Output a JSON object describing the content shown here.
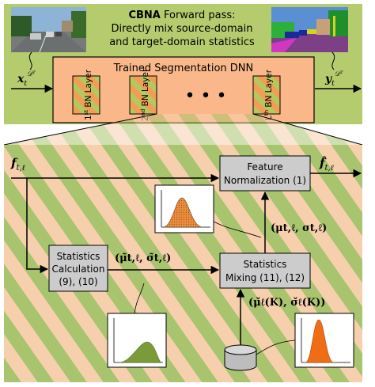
{
  "colors": {
    "top_background": "#b5cc6e",
    "stripe_green": "#a9c46e",
    "stripe_peach": "#f6cfad",
    "dnn_fill": "#fab88a",
    "bn_fill": "#f59b55",
    "bn_stripe": "#b3c85e",
    "box_fill": "#cccccc",
    "chart_orange": "#f06c15",
    "chart_olive": "#7b9a3a",
    "chart_hatched": "#e07a2d"
  },
  "header": {
    "title_bold": "CBNA",
    "title_rest": " Forward pass:",
    "line2": "Directly mix source-domain",
    "line3": "and target-domain statistics"
  },
  "images": {
    "street_photo": "street-scene-photo",
    "segmentation_map": "segmentation-map"
  },
  "dnn": {
    "title": "Trained Segmentation DNN",
    "input_label": "x",
    "input_sub": "t",
    "input_sup": "𝒟ᵀ",
    "output_label": "y",
    "output_sub": "t",
    "output_sup": "𝒟ᵀ",
    "ellipsis": "• • •",
    "bn_layers": [
      {
        "sup": "st",
        "prefix": "1",
        "text": "BN Layer"
      },
      {
        "sup": "nd",
        "prefix": "2",
        "text": "BN Layer"
      },
      {
        "sup": "th",
        "prefix": "L",
        "text": "BN Layer"
      }
    ]
  },
  "flow": {
    "input_label": "f",
    "input_sub": "t,ℓ",
    "output_label": "f̂",
    "output_sub": "t,ℓ",
    "feature_norm": {
      "line1": "Feature",
      "line2": "Normalization (1)"
    },
    "stats_calc": {
      "line1": "Statistics",
      "line2": "Calculation",
      "line3": "(9), (10)"
    },
    "stats_mix": {
      "line1": "Statistics",
      "line2": "Mixing (11), (12)"
    },
    "mixed_stats": "(μt,ℓ, σt,ℓ)",
    "target_stats": "(μ̃t,ℓ, σ̃t,ℓ)",
    "source_stats": "(μ̌ℓ(K), σ̌ℓ(K))"
  },
  "distributions": [
    {
      "name": "mixed",
      "style": "hatched"
    },
    {
      "name": "target",
      "style": "olive"
    },
    {
      "name": "source",
      "style": "orange"
    }
  ]
}
